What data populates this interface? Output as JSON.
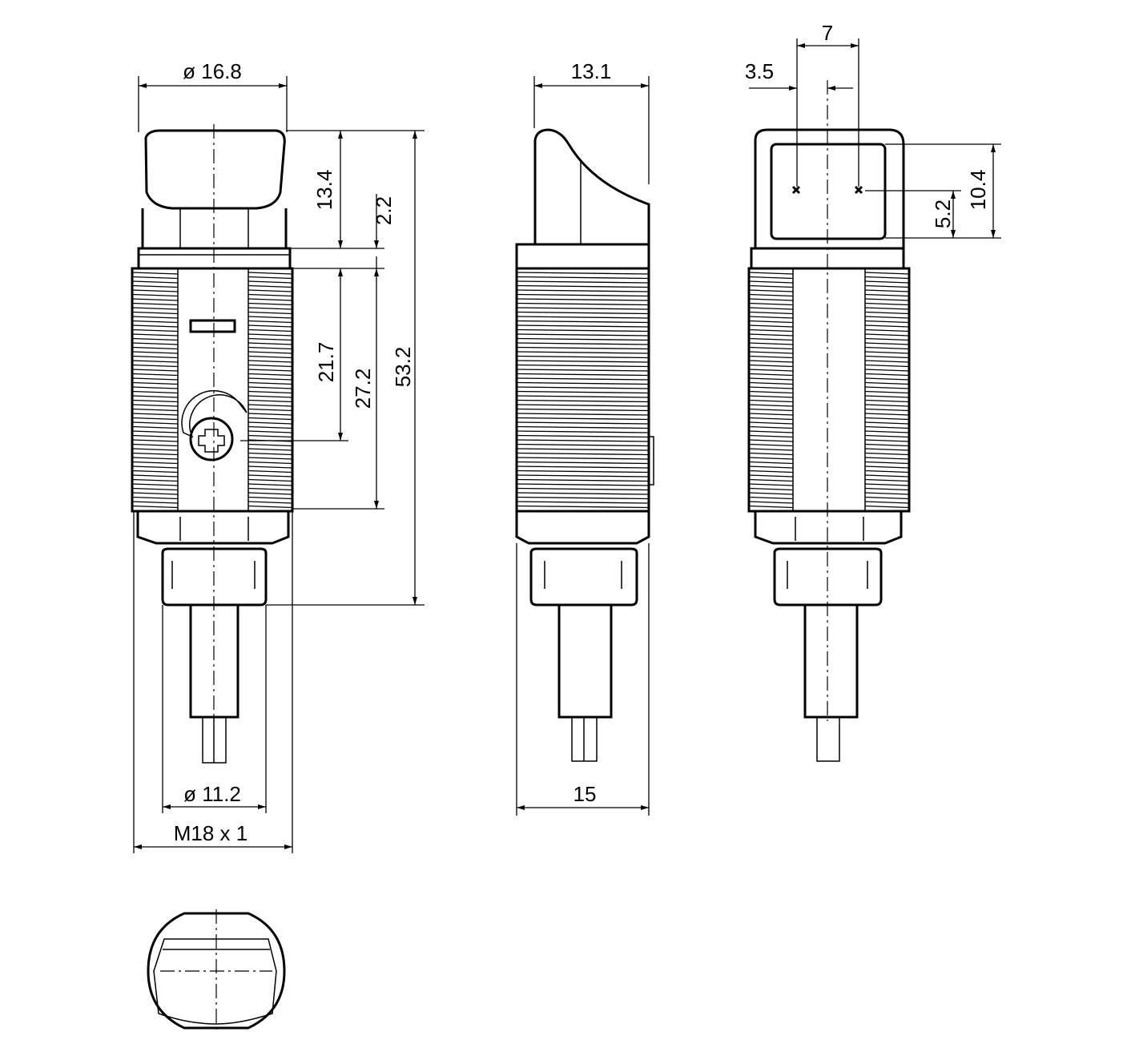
{
  "dimensions": {
    "front_diameter_head": "ø 16.8",
    "front_head_height": "13.4",
    "front_collar": "2.2",
    "front_pot_pos": "21.7",
    "front_thread_length": "27.2",
    "front_total_length": "53.2",
    "front_connector_diameter": "ø 11.2",
    "front_thread": "M18 x 1",
    "side_head_depth": "13.1",
    "side_width": "15",
    "rear_axis_spacing": "7",
    "rear_axis_offset": "3.5",
    "rear_window_height": "10.4",
    "rear_axis_height": "5.2"
  }
}
